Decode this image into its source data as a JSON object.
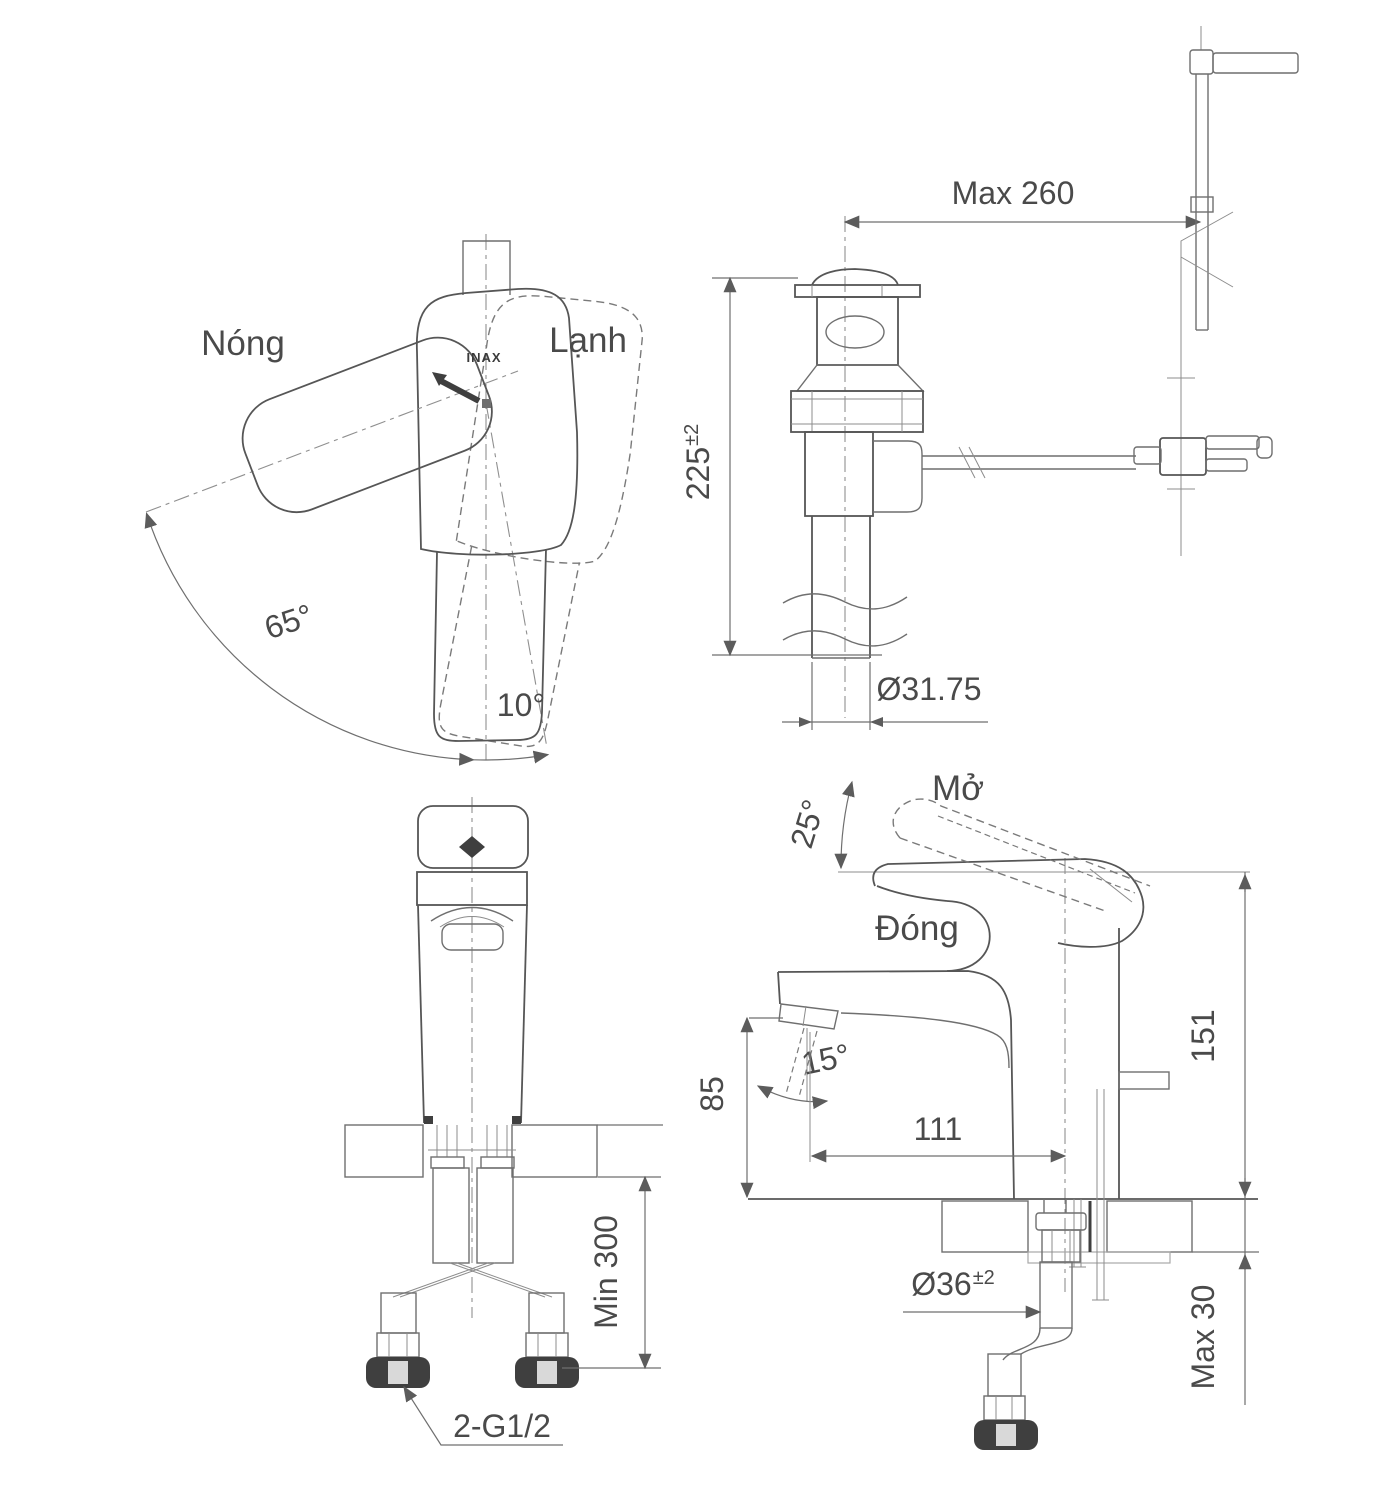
{
  "palette": {
    "line": "#6f6f6f",
    "outline": "#565656",
    "text": "#4a4a4a",
    "dark_fill": "#3f3f3f",
    "hatch": "#9a9a9a",
    "background": "#ffffff"
  },
  "views": {
    "top": {
      "hot": "Nóng",
      "cold": "Lạnh",
      "swivel_angle": "65°",
      "tilt_angle": "10°",
      "logo": "INAX"
    },
    "drain": {
      "reach": "Max 260",
      "height": "225",
      "height_tolerance": "±2",
      "pipe_diameter": "Ø31.75"
    },
    "front": {
      "min_clearance": "Min 300",
      "supply_thread": "2-G1/2"
    },
    "side": {
      "open": "Mở",
      "closed": "Đóng",
      "handle_angle": "25°",
      "spray_angle": "15°",
      "spout_height": "85",
      "spout_reach": "111",
      "total_height": "151",
      "hole_diameter": "Ø36",
      "hole_tolerance": "±2",
      "deck_thickness": "Max 30"
    }
  }
}
